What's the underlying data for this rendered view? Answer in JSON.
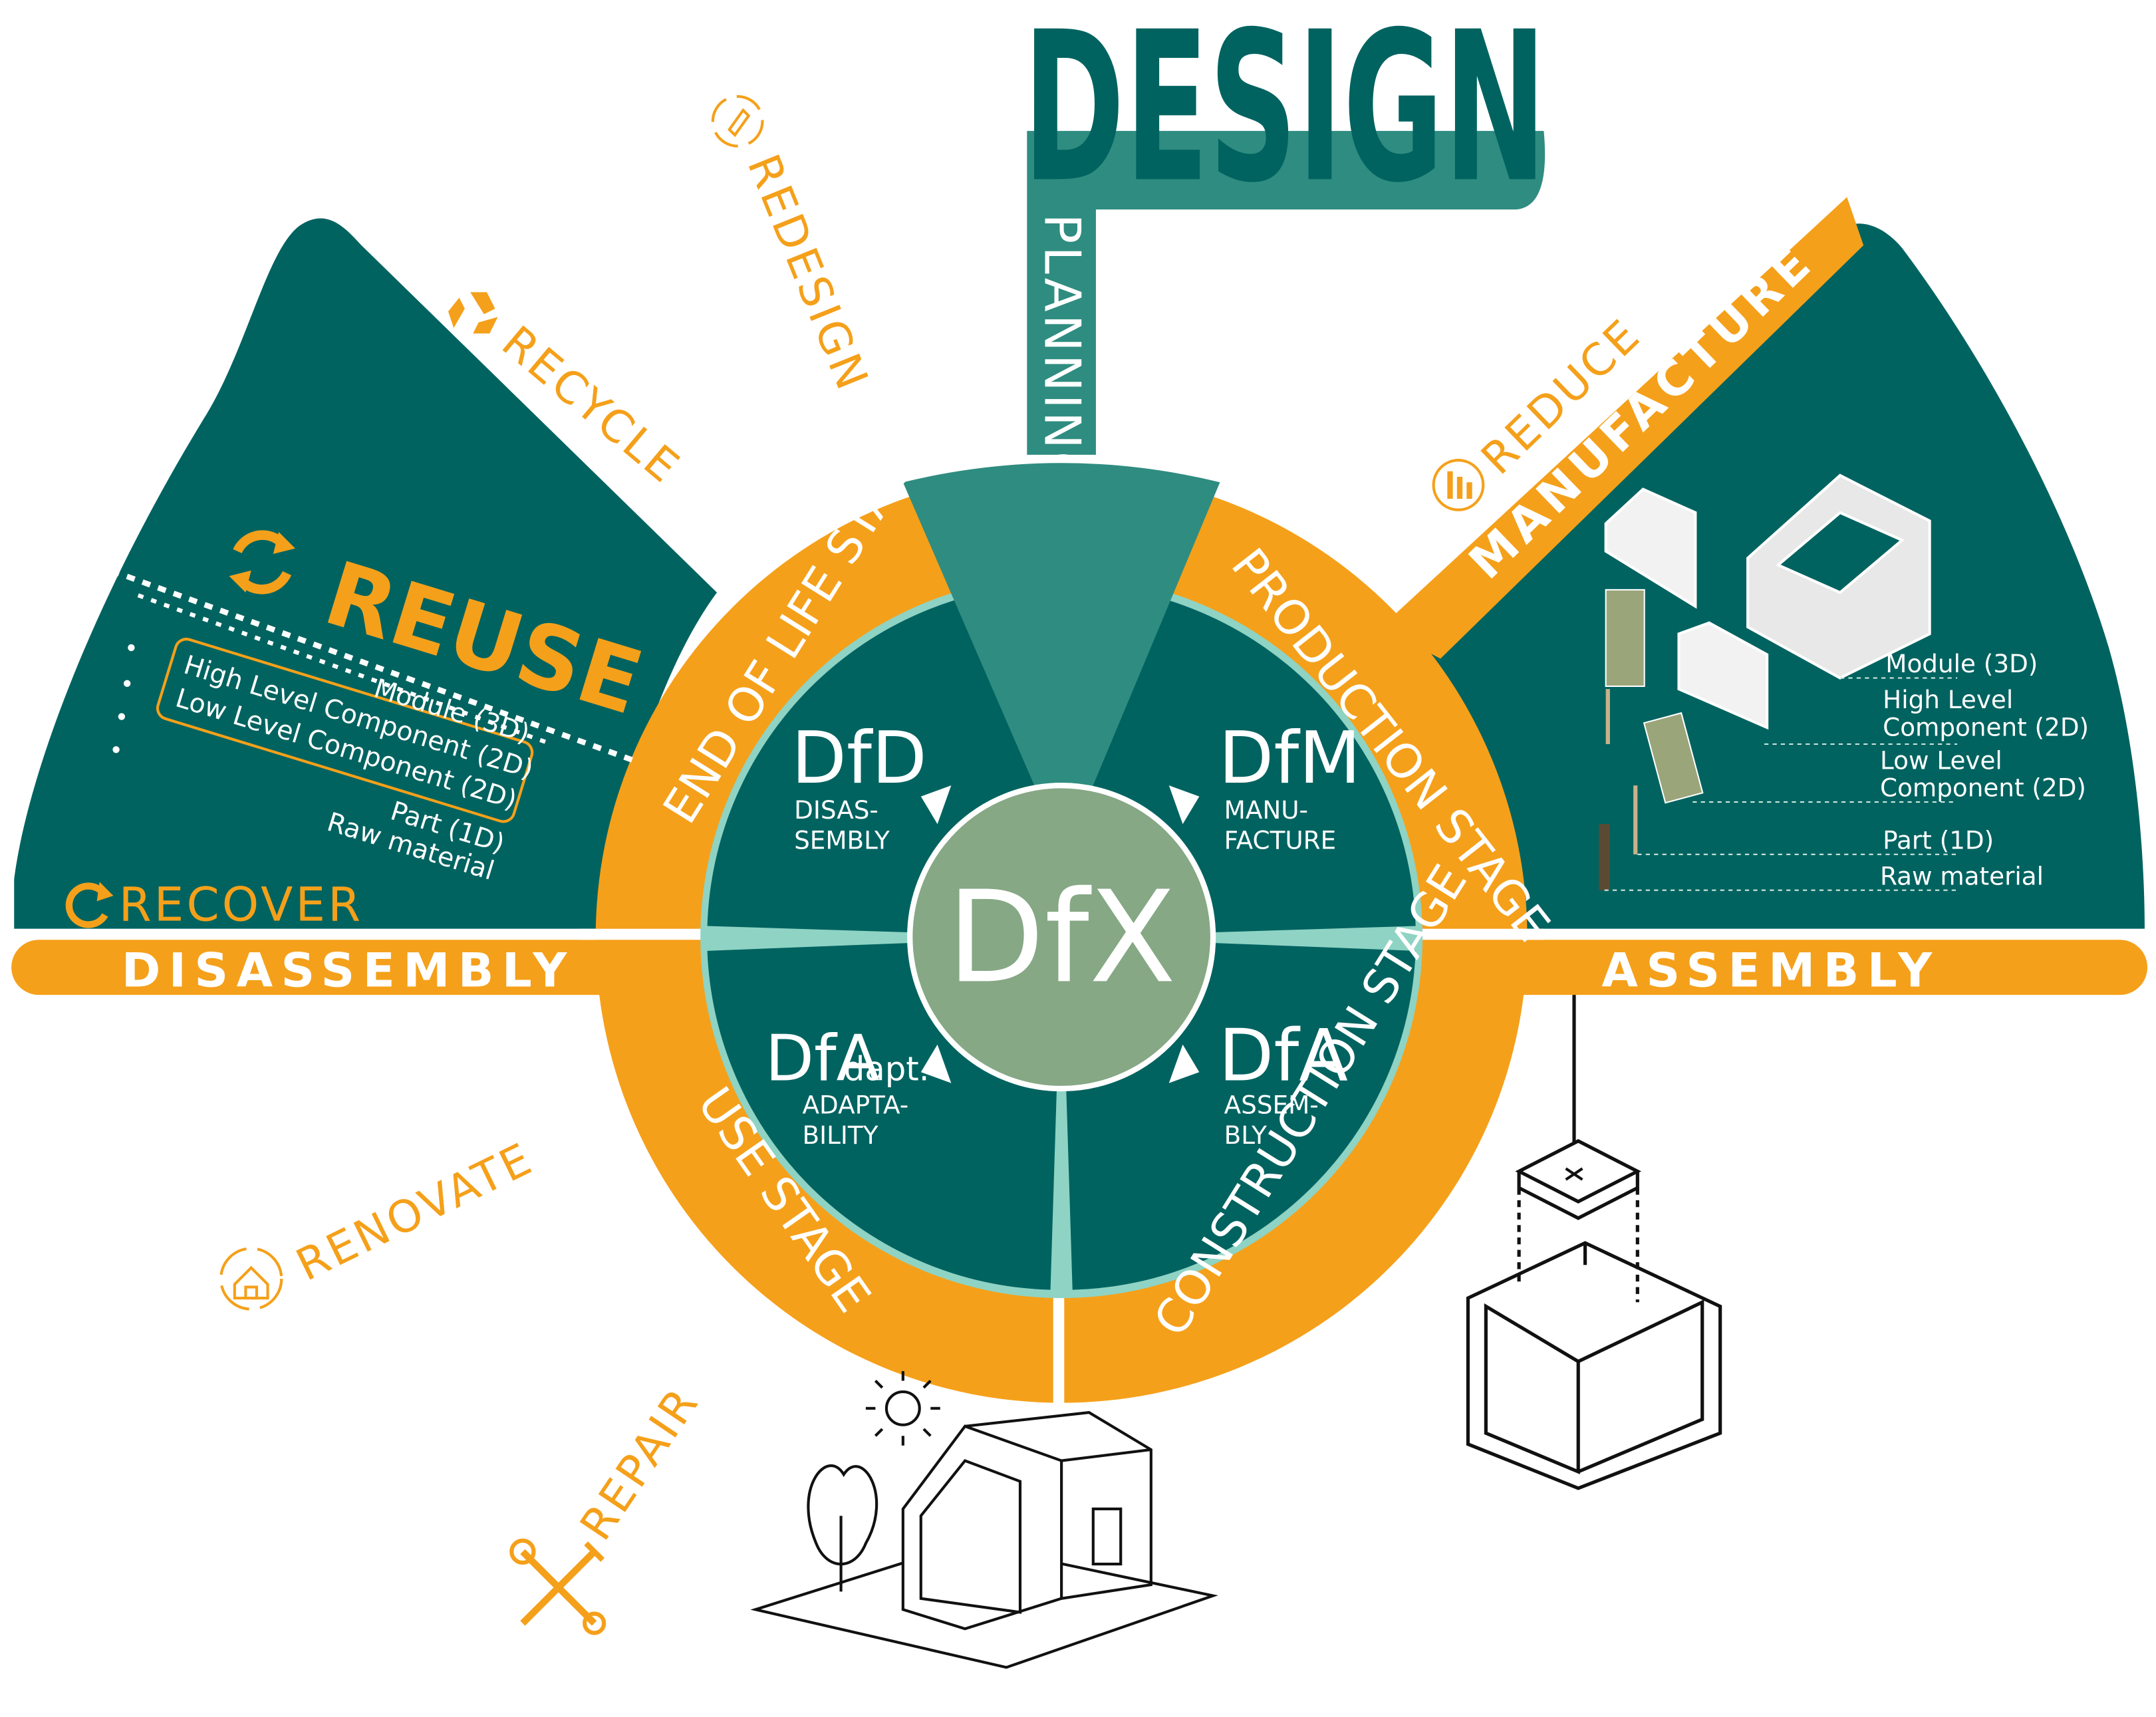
{
  "colors": {
    "teal": "#006360",
    "teal_mid": "#2f8c80",
    "orange": "#f5a01a",
    "sage": "#86a885",
    "mint": "#8fd3c4"
  },
  "title": "DESIGN",
  "planning_label": "PLANNING",
  "center_label": "DfX",
  "ring_stages": {
    "end_of_life": "END OF LIFE STAGE",
    "production": "PRODUCTION STAGE",
    "use": "USE STAGE",
    "construction": "CONSTRUCTION STAGE"
  },
  "quadrants": {
    "dfd": {
      "code": "DfD",
      "desc_1": "DISAS-",
      "desc_2": "SEMBLY"
    },
    "dfm": {
      "code": "DfM",
      "desc_1": "MANU-",
      "desc_2": "FACTURE"
    },
    "dfadapt": {
      "code": "DfA",
      "sub": "dapt.",
      "desc_1": "ADAPTA-",
      "desc_2": "BILITY"
    },
    "dfa": {
      "code": "DfA",
      "desc_1": "ASSEM-",
      "desc_2": "BLY"
    }
  },
  "bar": {
    "left": "DISASSEMBLY",
    "right": "ASSEMBLY"
  },
  "manufacture_label": "MANUFACTURE",
  "r_strategies": {
    "redesign": "REDESIGN",
    "recycle": "RECYCLE",
    "reuse": "REUSE",
    "recover": "RECOVER",
    "reduce": "REDUCE",
    "renovate": "RENOVATE",
    "repair": "REPAIR"
  },
  "icons": {
    "redesign": "redesign-cycle-icon",
    "recycle": "recycle-icon",
    "reuse": "reuse-cycle-icon",
    "recover": "recover-arrow-icon",
    "reduce": "reduce-icon",
    "renovate": "renovate-house-icon",
    "repair": "repair-tools-icon"
  },
  "hierarchy_left": [
    "Module (3D)",
    "High Level Component (2D)",
    "Low Level Component (2D)",
    "Part (1D)",
    "Raw material"
  ],
  "hierarchy_right": {
    "module": "Module (3D)",
    "high_1": "High Level",
    "high_2": "Component (2D)",
    "low_1": "Low Level",
    "low_2": "Component (2D)",
    "part": "Part (1D)",
    "raw": "Raw material"
  }
}
